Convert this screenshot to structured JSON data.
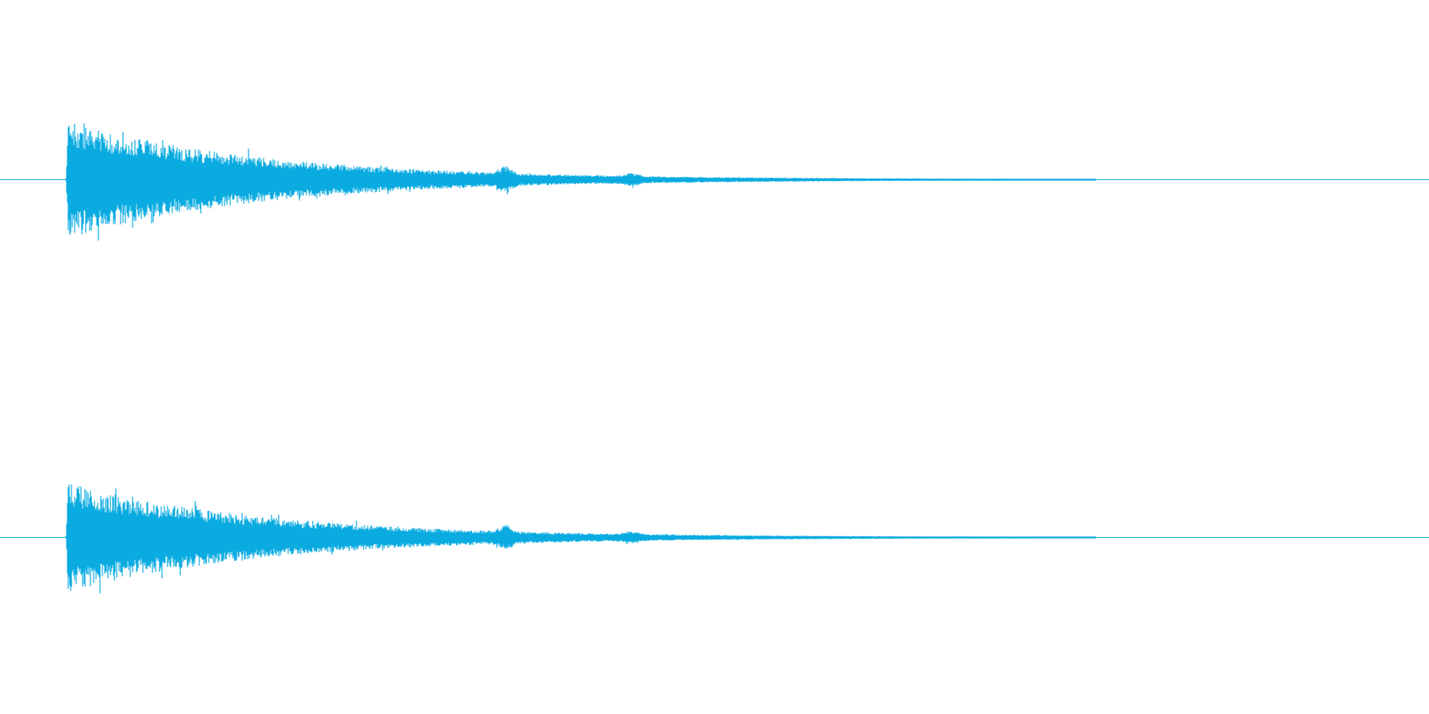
{
  "waveform": {
    "color": "#0aabe1",
    "channel_count": 2,
    "channels": [
      {
        "name": "channel-1",
        "attack_peak": 1.0,
        "decay": "exponential"
      },
      {
        "name": "channel-2",
        "attack_peak": 0.93,
        "decay": "exponential"
      }
    ]
  }
}
